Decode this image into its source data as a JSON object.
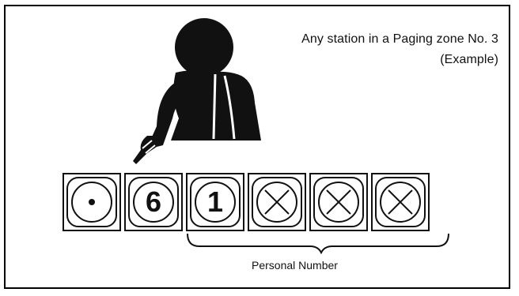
{
  "caption": {
    "line1": "Any station in a Paging zone No. 3",
    "line2": "(Example)"
  },
  "keys": [
    {
      "symbol": "•",
      "icon": "dot-key-icon"
    },
    {
      "symbol": "6",
      "icon": "digit-6-key-icon"
    },
    {
      "symbol": "1",
      "icon": "digit-1-key-icon"
    },
    {
      "symbol": "×",
      "icon": "x-key-icon"
    },
    {
      "symbol": "×",
      "icon": "x-key-icon"
    },
    {
      "symbol": "×",
      "icon": "x-key-icon"
    }
  ],
  "brace_label": "Personal Number",
  "illustration": {
    "icon": "person-pressing-key-icon"
  },
  "colors": {
    "ink": "#111111",
    "background": "#ffffff"
  }
}
